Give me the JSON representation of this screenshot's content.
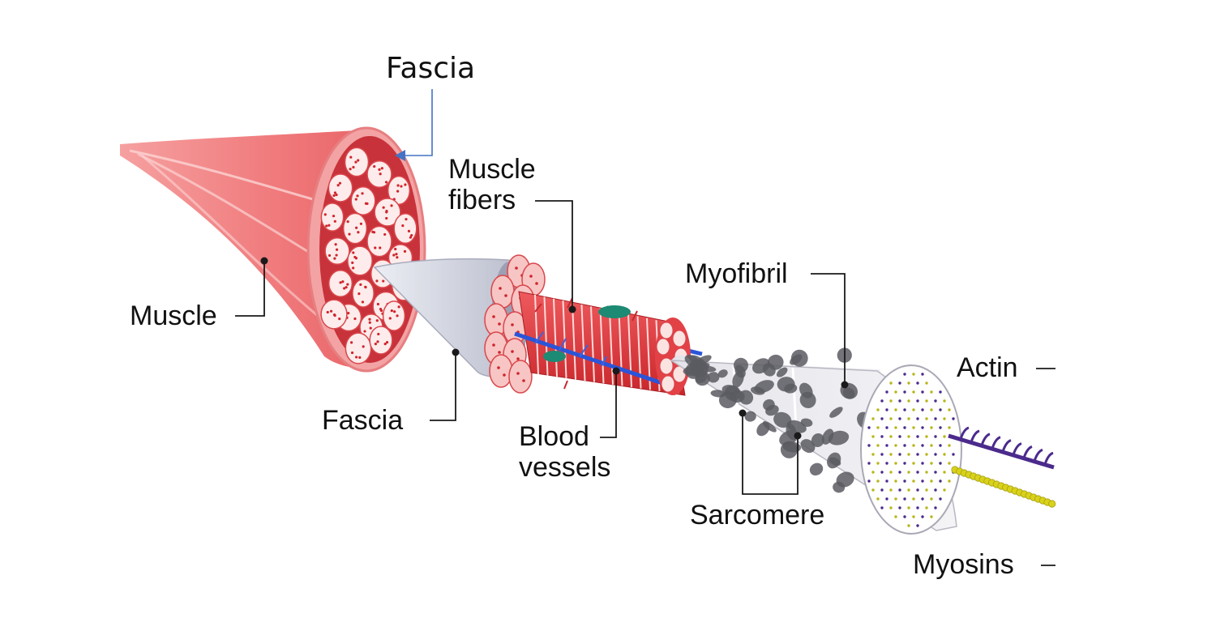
{
  "labels": {
    "fascia_top": "Fascia",
    "muscle_fibers_line1": "Muscle",
    "muscle_fibers_line2": "fibers",
    "muscle": "Muscle",
    "fascia_bottom": "Fascia",
    "blood_vessels_line1": "Blood",
    "blood_vessels_line2": "vessels",
    "myofibril": "Myofibril",
    "sarcomere": "Sarcomere",
    "actin": "Actin",
    "myosins": "Myosins"
  },
  "colors": {
    "muscle": "#f0787a",
    "muscle_light": "#fbd0cf",
    "fiber_red": "#e2393d",
    "fascia_sheath": "#c9c9d9",
    "blood_vessel": "#2b55d8",
    "nucleus": "#1d8a74",
    "myofibril": "#d8d8de",
    "myofibril_spot": "#5a5a62",
    "actin": "#4b2a8c",
    "myosin": "#d9d21a",
    "annotation_blue": "#4472c4"
  }
}
